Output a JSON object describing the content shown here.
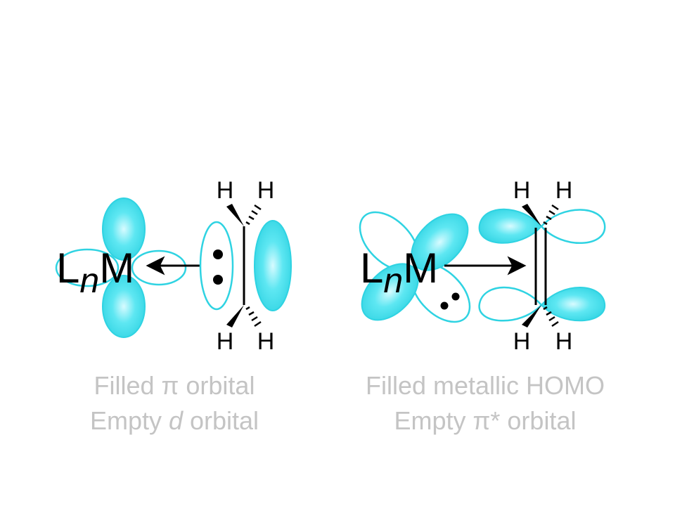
{
  "colors": {
    "lobe_fill": "#3ee0ee",
    "lobe_stroke": "#2fd3e2",
    "ink": "#000000",
    "caption": "#c4c4c4"
  },
  "left_panel": {
    "metal_L": "L",
    "metal_n": "n",
    "metal_M": "M",
    "atom_labels": [
      "H",
      "H",
      "H",
      "H"
    ],
    "caption_line1": "Filled π orbital",
    "caption_line2_pre": "Empty ",
    "caption_line2_italic": "d",
    "caption_line2_post": " orbital"
  },
  "right_panel": {
    "metal_L": "L",
    "metal_n": "n",
    "metal_M": "M",
    "atom_labels": [
      "H",
      "H",
      "H",
      "H"
    ],
    "caption_line1": "Filled metallic HOMO",
    "caption_line2": "Empty π* orbital"
  }
}
